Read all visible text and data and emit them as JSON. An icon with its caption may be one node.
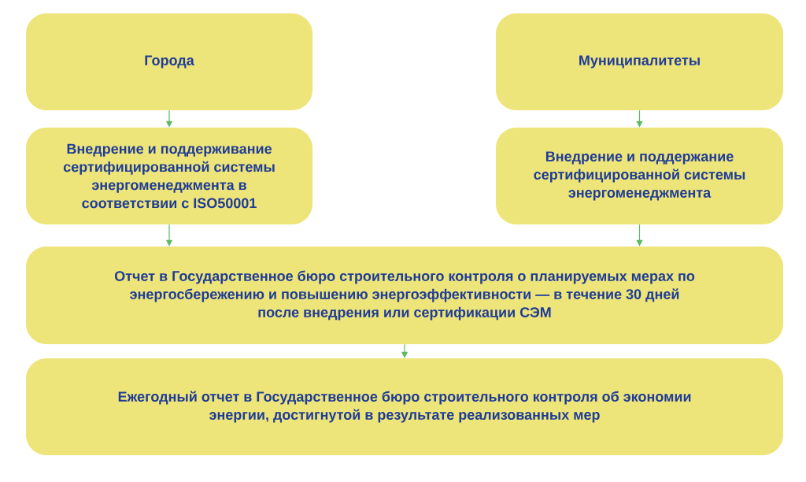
{
  "diagram": {
    "nodes": [
      {
        "text": [
          "Города"
        ]
      },
      {
        "text": [
          "Муниципалитеты"
        ]
      },
      {
        "text": [
          "Внедрение и поддерживание сертифицированной системы энергоменеджмента в соответствии с ISO50001"
        ]
      },
      {
        "text": [
          "Внедрение и поддержание сертифицированной системы энергоменеджмента"
        ]
      },
      {
        "text": [
          "Отчет в Государственное бюро строительного контроля о планируемых мерах по энергосбережению и повышению энергоэффективности — в течение 30 дней после внедрения или сертификации СЭМ"
        ]
      },
      {
        "text": [
          "Ежегодный отчет в Государственное бюро строительного контроля об экономии энергии, достигнутой в результате реализованных мер"
        ]
      }
    ],
    "edges": [
      {
        "from": 0,
        "to": 2,
        "arrow": "to"
      },
      {
        "from": 1,
        "to": 3,
        "arrow": "to"
      },
      {
        "from": 2,
        "to": 4,
        "arrow": "to"
      },
      {
        "from": 3,
        "to": 4,
        "arrow": "to"
      },
      {
        "from": 4,
        "to": 5,
        "arrow": "to"
      }
    ]
  }
}
